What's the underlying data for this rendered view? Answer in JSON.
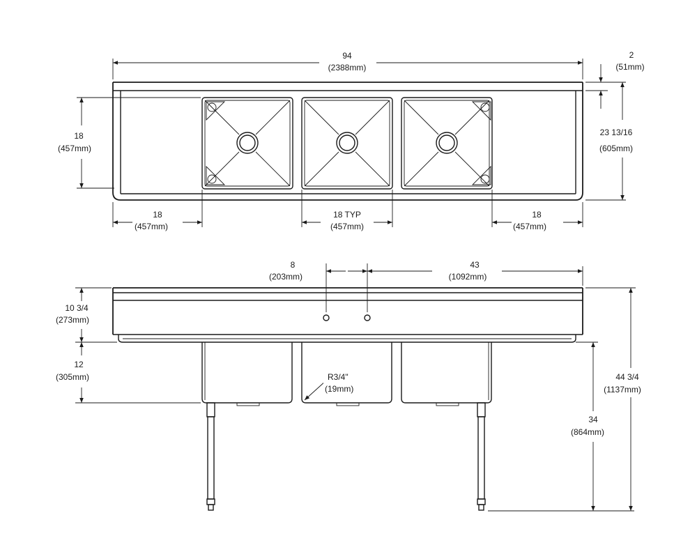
{
  "top_view": {
    "overall_length": {
      "in": "94",
      "mm": "(2388mm)"
    },
    "backsplash_height": {
      "in": "2",
      "mm": "(51mm)"
    },
    "bowl_depth_front_to_back": {
      "in": "18",
      "mm": "(457mm)"
    },
    "overall_depth": {
      "in": "23 13/16",
      "mm": "(605mm)"
    },
    "left_drainboard": {
      "in": "18",
      "mm": "(457mm)"
    },
    "bowl_width": {
      "in": "18 TYP",
      "mm": "(457mm)"
    },
    "right_drainboard": {
      "in": "18",
      "mm": "(457mm)"
    }
  },
  "front_view": {
    "faucet_centers": {
      "in": "8",
      "mm": "(203mm)"
    },
    "faucet_to_right_end": {
      "in": "43",
      "mm": "(1092mm)"
    },
    "backsplash_total": {
      "in": "10 3/4",
      "mm": "(273mm)"
    },
    "bowl_depth": {
      "in": "12",
      "mm": "(305mm)"
    },
    "corner_radius": {
      "in": "R3/4\"",
      "mm": "(19mm)"
    },
    "rim_height": {
      "in": "34",
      "mm": "(864mm)"
    },
    "overall_height": {
      "in": "44 3/4",
      "mm": "(1137mm)"
    }
  }
}
